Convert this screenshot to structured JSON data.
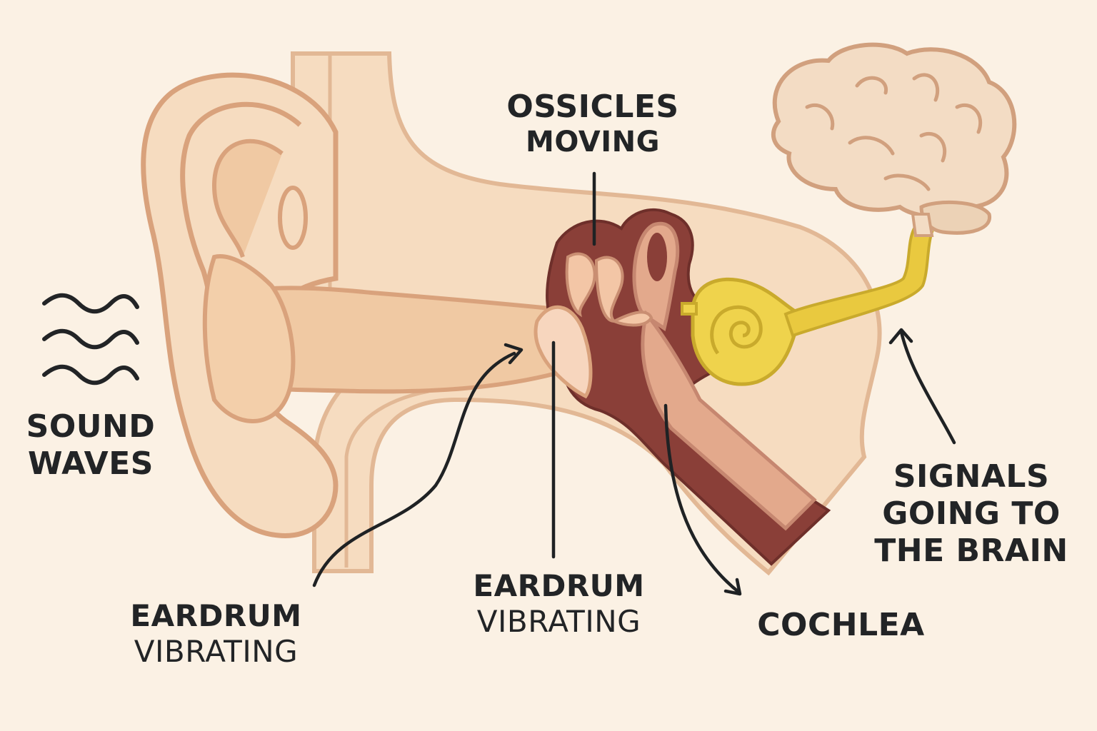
{
  "colors": {
    "background": "#fbf1e4",
    "skin": "#f6dcc0",
    "skin_outline": "#d9a27c",
    "canal": "#f0c9a3",
    "bone_dark": "#8a3f38",
    "ossicles": "#f3c6a6",
    "cochlea": "#efd34c",
    "nerve": "#e9c93f",
    "brain": "#f3dcc4",
    "brain_outline": "#d1a07e",
    "text": "#222426",
    "arrow": "#1f2224"
  },
  "labels": {
    "sound_waves": [
      "SOUND",
      "WAVES"
    ],
    "ossicles_moving": [
      "OSSICLES",
      "MOVING"
    ],
    "eardrum_left": [
      "EARDRUM",
      "VIBRATING"
    ],
    "eardrum_center": [
      "EARDRUM",
      "VIBRATING"
    ],
    "cochlea": "COCHLEA",
    "signals": [
      "SIGNALS",
      "GOING TO",
      "THE BRAIN"
    ]
  },
  "icons": {
    "sound_waves": "wave-lines-icon",
    "brain": "brain-icon",
    "arrows": "curved-arrow-icon"
  }
}
